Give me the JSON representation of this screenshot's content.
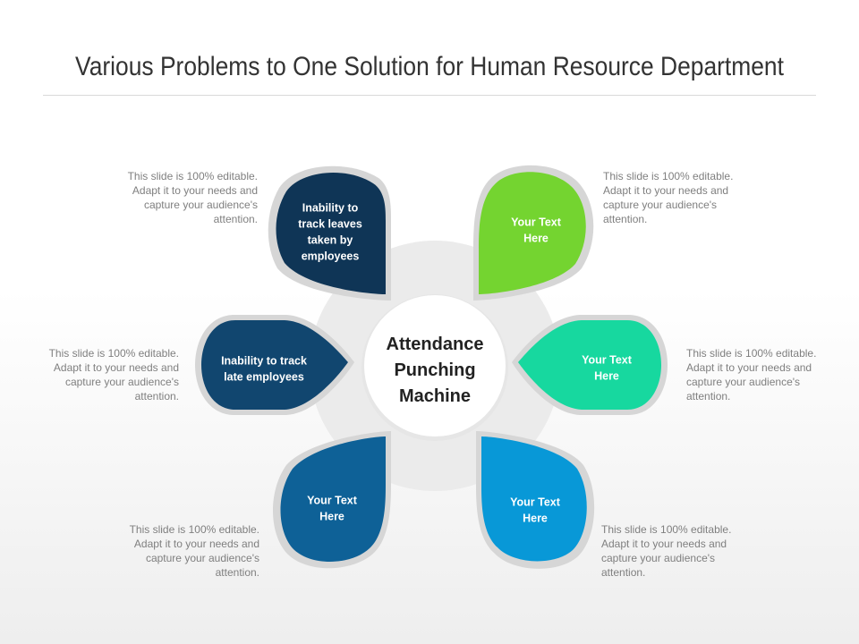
{
  "title": "Various Problems to One Solution for Human Resource Department",
  "hub": {
    "lines": [
      "Attendance",
      "Punching",
      "Machine"
    ]
  },
  "petals": [
    {
      "id": "top-left",
      "lines": [
        "Inability to",
        "track leaves",
        "taken by",
        "employees"
      ],
      "color": "#0f3556"
    },
    {
      "id": "middle-left",
      "lines": [
        "Inability to track",
        "late employees"
      ],
      "color": "#11466f"
    },
    {
      "id": "bottom-left",
      "lines": [
        "Your Text",
        "Here"
      ],
      "color": "#0e6197"
    },
    {
      "id": "top-right",
      "lines": [
        "Your Text",
        "Here"
      ],
      "color": "#74d430"
    },
    {
      "id": "middle-right",
      "lines": [
        "Your Text",
        "Here"
      ],
      "color": "#17d89f"
    },
    {
      "id": "bottom-right",
      "lines": [
        "Your Text",
        "Here"
      ],
      "color": "#0898d7"
    }
  ],
  "descriptions": {
    "top_left": "This slide is 100% editable. Adapt it to your needs and capture your audience's attention.",
    "middle_left": "This slide is 100% editable. Adapt it to your needs and capture your audience's attention.",
    "bottom_left": "This slide is 100% editable. Adapt it to your needs and capture your audience's attention.",
    "top_right": "This slide is 100% editable. Adapt it to your needs and capture your audience's attention.",
    "middle_right": "This slide is 100% editable. Adapt it to your needs and capture your audience's attention.",
    "bottom_right": "This slide is 100% editable. Adapt it to your needs and capture your audience's attention."
  },
  "colors": {
    "petal_border": "#d6d6d6",
    "ring": "#ebebeb",
    "hub_fill": "#ffffff"
  }
}
